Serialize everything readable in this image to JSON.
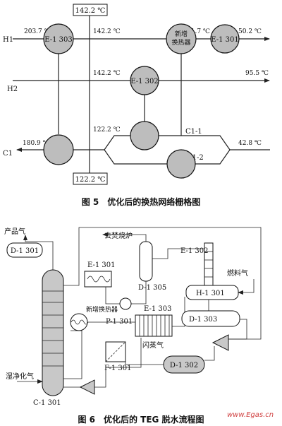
{
  "fig5": {
    "caption": "图 5　优化后的换热网络栅格图",
    "temp_box_top": "142.2 ℃",
    "temp_box_bottom": "122.2 ℃",
    "streams": {
      "h1": "H1",
      "h2": "H2",
      "c1": "C1"
    },
    "branches": {
      "c1_1": "C1-1",
      "c1_2": "C1-2"
    },
    "exchangers": {
      "e1303": "E-1 303",
      "e1302": "E-1 302",
      "e1301": "E-1 301",
      "new_line1": "新增",
      "new_line2": "换热器"
    },
    "temps": {
      "h1_in": "203.7 ℃",
      "h1_mid": "142.2 ℃",
      "h1_new": "91.7 ℃",
      "h1_out": "50.2 ℃",
      "h2_in": "142.2 ℃",
      "h2_out": "95.5 ℃",
      "c1_branch": "122.2 ℃",
      "c1_out": "180.9 ℃",
      "c1_in": "42.8 ℃"
    }
  },
  "fig6": {
    "caption": "图 6　优化后的 TEG 脱水流程图",
    "labels": {
      "product_gas": "产品气",
      "wet_gas": "湿净化气",
      "to_incinerator": "去焚烧炉",
      "fuel_gas": "燃料气",
      "flash_gas": "闪蒸气",
      "new_hx": "新增换热器",
      "d1301": "D-1 301",
      "e1301": "E-1 301",
      "d1305": "D-1 305",
      "e1302": "E-1 302",
      "h1301": "H-1 301",
      "d1303": "D-1 303",
      "e1303": "E-1 303",
      "p1301": "P-1 301",
      "f1301": "F-1 301",
      "d1302": "D-1 302",
      "c1301": "C-1 301"
    }
  },
  "watermark": "www.Egas.cn"
}
